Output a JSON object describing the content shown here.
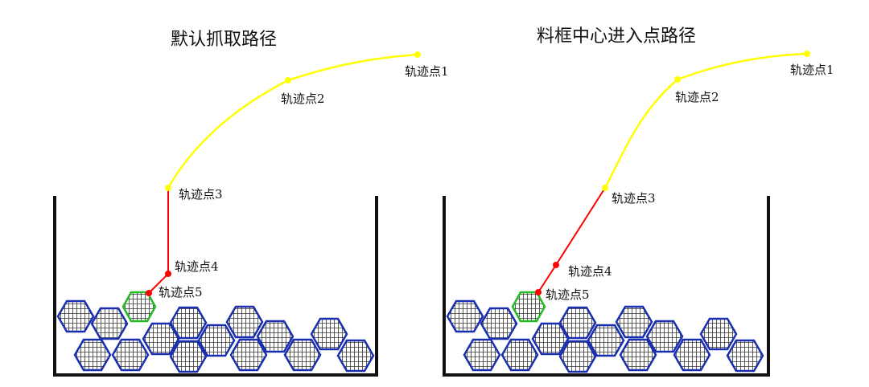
{
  "panels": [
    {
      "title": "默认抓取路径",
      "points": [
        "轨迹点1",
        "轨迹点2",
        "轨迹点3",
        "轨迹点4",
        "轨迹点5"
      ]
    },
    {
      "title": "料框中心进入点路径",
      "points": [
        "轨迹点1",
        "轨迹点2",
        "轨迹点3",
        "轨迹点4",
        "轨迹点5"
      ]
    }
  ],
  "colors": {
    "approach_path": "#ffff00",
    "descent_path": "#ff0000",
    "target_part": "#22bb22",
    "parts": "#1a2fb0",
    "bin": "#111111"
  }
}
